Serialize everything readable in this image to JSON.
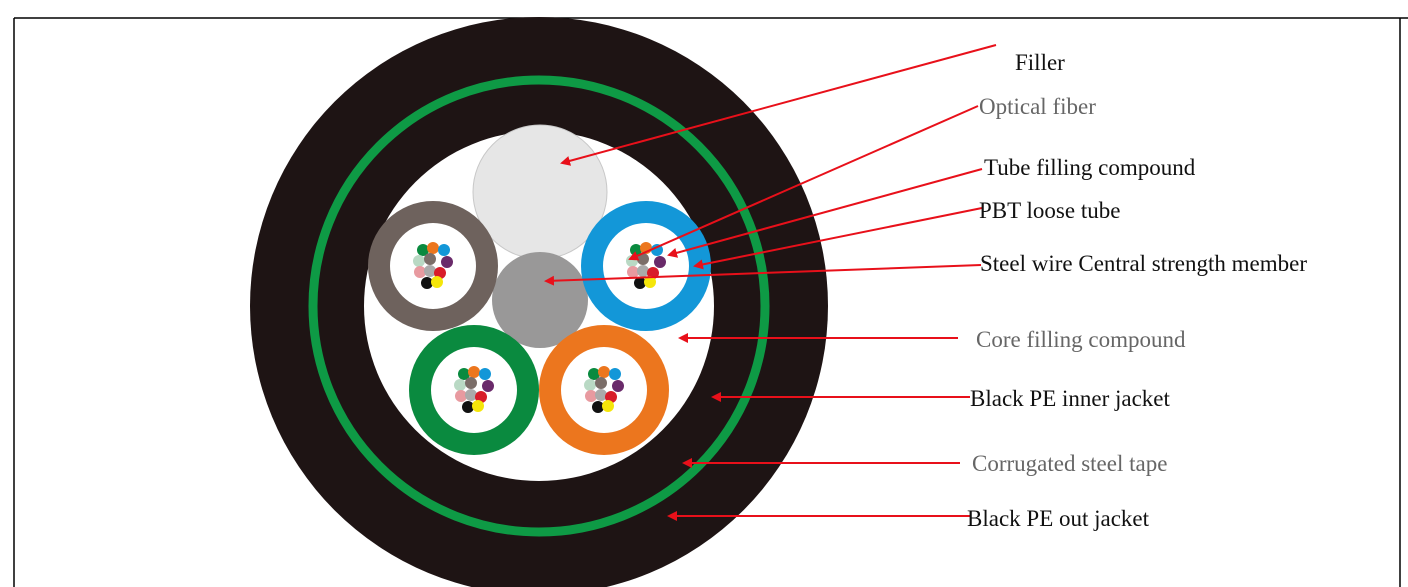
{
  "diagram": {
    "labels": {
      "filler": "Filler",
      "optical_fiber": "Optical fiber",
      "tube_filling_compound": "Tube filling compound",
      "pbt_loose_tube": "PBT loose tube",
      "central_strength_member": "Steel wire Central strength member",
      "core_filling_compound": "Core filling compound",
      "inner_jacket": "Black PE inner jacket",
      "steel_tape": "Corrugated steel tape",
      "outer_jacket": "Black PE out jacket"
    },
    "colors": {
      "outer_jacket": "#1e1414",
      "steel_tape": "#0e9a45",
      "core_background": "#ffffff",
      "filler": "#e6e6e6",
      "central_member": "#999898",
      "tube_brown": "#6e625d",
      "tube_blue": "#1397d8",
      "tube_green": "#0a8a3f",
      "tube_orange": "#ec761e",
      "arrow": "#e8101a",
      "label_dark": "#111111",
      "label_gray": "#666666"
    },
    "fiber_colors": [
      "#0a8a3f",
      "#ec761e",
      "#1397d8",
      "#b9d9c4",
      "#7b6e69",
      "#6a2a6a",
      "#e89aa0",
      "#aaaaaa",
      "#d81c2a",
      "#111111",
      "#f5e60a",
      "#ffffff"
    ]
  }
}
